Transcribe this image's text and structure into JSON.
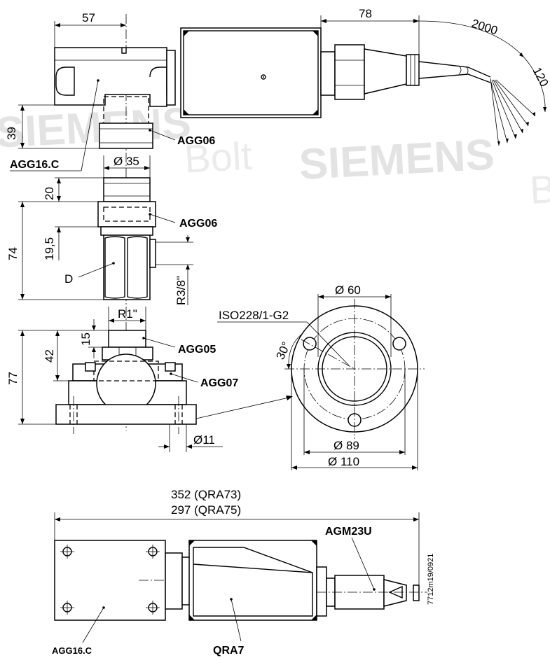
{
  "watermark": {
    "part1": "SIEMENS",
    "part2": "Bolt",
    "part3": "SIEMENS",
    "part4": "B"
  },
  "dimensions": {
    "d57": "57",
    "d78": "78",
    "d2000": "2000",
    "d120": "120",
    "d39": "39",
    "d35": "Ø 35",
    "d20": "20",
    "d74": "74",
    "d19_5": "19,5",
    "r3_8": "R3/8\"",
    "r1": "R1\"",
    "d15": "15",
    "d42": "42",
    "d77": "77",
    "d11": "Ø11",
    "d60": "Ø 60",
    "d30": "30°",
    "d89": "Ø 89",
    "d110": "Ø 110",
    "len_qra73": "352 (QRA73)",
    "len_qra75": "297 (QRA75)"
  },
  "labels": {
    "agg16c_top": "AGG16.C",
    "agg06_a": "AGG06",
    "agg06_b": "AGG06",
    "d": "D",
    "agg05": "AGG05",
    "agg07": "AGG07",
    "iso": "ISO228/1-G2",
    "agm23u": "AGM23U",
    "agg16c_bottom": "AGG16.C",
    "qra7": "QRA7",
    "doc_number": "7712m19/0921"
  }
}
